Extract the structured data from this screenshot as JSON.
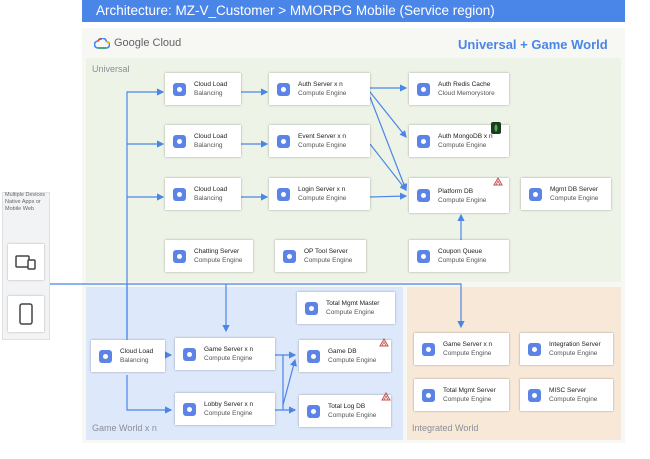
{
  "title": "Architecture: MZ-V_Customer > MMORPG Mobile (Service region)",
  "brand": "Google Cloud",
  "header_right": "Universal + Game World",
  "regions": {
    "universal": "Universal",
    "game_world": "Game World x n",
    "integrated": "Integrated World"
  },
  "clients": {
    "label": "Multiple Devices Native Apps or Mobile Web",
    "icons": [
      "devices-icon",
      "tablet-icon"
    ]
  },
  "colors": {
    "accent": "#4a86e8",
    "universal_bg": "#eef3e7",
    "game_world_bg": "#dde8fb",
    "integrated_bg": "#f8e8d8",
    "wire": "#4a86e8"
  },
  "nodes": {
    "lb1": {
      "name": "Cloud Load",
      "sub": "Balancing"
    },
    "lb2": {
      "name": "Cloud Load",
      "sub": "Balancing"
    },
    "lb3": {
      "name": "Cloud Load",
      "sub": "Balancing"
    },
    "auth": {
      "name": "Auth Server x n",
      "sub": "Compute Engine"
    },
    "event": {
      "name": "Event Server x n",
      "sub": "Compute Engine"
    },
    "login": {
      "name": "Login Server x n",
      "sub": "Compute Engine"
    },
    "auth_redis": {
      "name": "Auth Redis Cache",
      "sub": "Cloud Memorystore"
    },
    "auth_mongo": {
      "name": "Auth MongoDB x n",
      "sub": "Compute Engine"
    },
    "platform_db": {
      "name": "Platform DB",
      "sub": "Compute Engine"
    },
    "mgmt_db": {
      "name": "Mgmt DB Server",
      "sub": "Compute Engine"
    },
    "chatting": {
      "name": "Chatting Server",
      "sub": "Compute Engine"
    },
    "op_tool": {
      "name": "OP Tool Server",
      "sub": "Compute Engine"
    },
    "coupon": {
      "name": "Coupon Queue",
      "sub": "Compute Engine"
    },
    "total_master": {
      "name": "Total Mgmt Master",
      "sub": "Compute Engine"
    },
    "gw_lb": {
      "name": "Cloud Load",
      "sub": "Balancing"
    },
    "game_server": {
      "name": "Game Server x n",
      "sub": "Compute Engine"
    },
    "lobby_server": {
      "name": "Lobby Server x n",
      "sub": "Compute Engine"
    },
    "game_db": {
      "name": "Game DB",
      "sub": "Compute Engine"
    },
    "total_log_db": {
      "name": "Total Log DB",
      "sub": "Compute Engine"
    },
    "iw_game_server": {
      "name": "Game Server x n",
      "sub": "Compute Engine"
    },
    "integration": {
      "name": "Integration Server",
      "sub": "Compute Engine"
    },
    "total_mgmt_server": {
      "name": "Total Mgmt Server",
      "sub": "Compute Engine"
    },
    "misc": {
      "name": "MISC Server",
      "sub": "Compute Engine"
    }
  }
}
